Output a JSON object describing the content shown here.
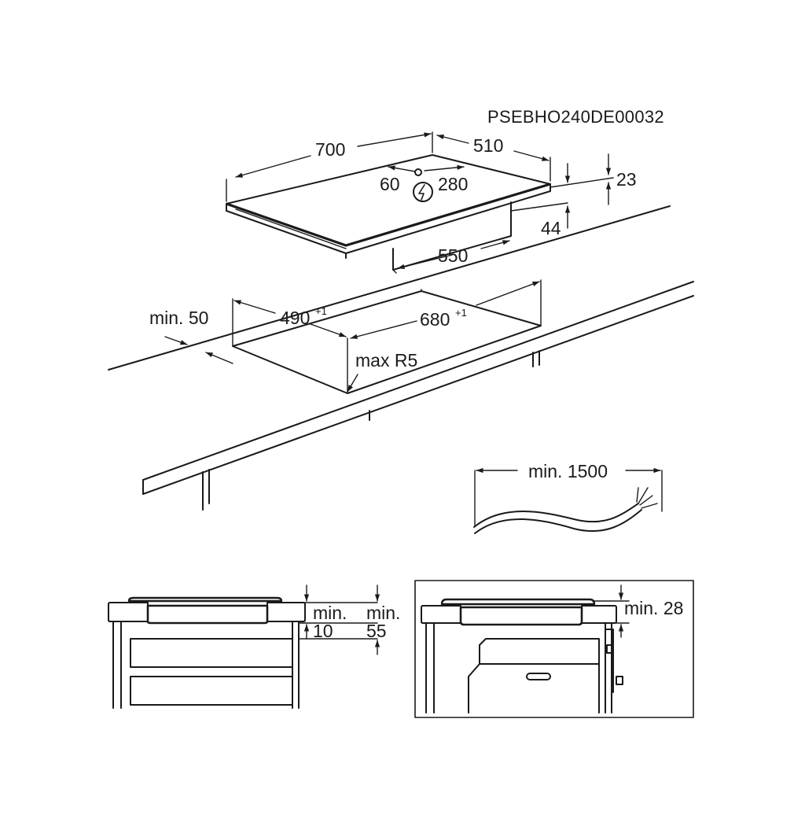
{
  "code": "PSEBHO240DE00032",
  "hob": {
    "width": "700",
    "depth": "510",
    "conn_left": "60",
    "conn_right": "280",
    "thickness": "23",
    "box_height": "44",
    "box_width": "550"
  },
  "cutout": {
    "depth": "490",
    "depth_tol": "+1",
    "width": "680",
    "width_tol": "+1",
    "edge_distance": "min. 50",
    "corner_radius": "max R5"
  },
  "cable": {
    "length": "min. 1500"
  },
  "install_left": {
    "gap1_label": "min.",
    "gap1_value": "10",
    "gap2_label": "min.",
    "gap2_value": "55"
  },
  "install_right": {
    "gap_label": "min. 28"
  }
}
